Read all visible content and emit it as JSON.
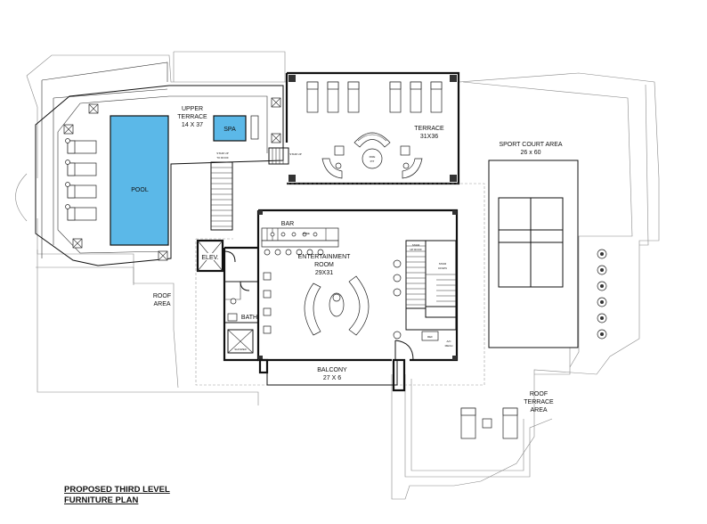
{
  "labels": {
    "upper_terrace": [
      "UPPER",
      "TERRACE",
      "14 X 37"
    ],
    "spa": "SPA",
    "pool": "POOL",
    "terrace": [
      "TERRACE",
      "31X36"
    ],
    "fire_pit": [
      "FIRE",
      "PIT"
    ],
    "stair_up_to_roof": [
      "STAIR UP",
      "TO ROOF"
    ],
    "stair_up": "STAIR UP",
    "sport_court": [
      "SPORT COURT AREA",
      "26 x 60"
    ],
    "bar": "BAR",
    "elev": "ELEV.",
    "entertainment": [
      "ENTERTAINMENT",
      "ROOM",
      "29X31"
    ],
    "stair_down": [
      "STAIR",
      "DOWN"
    ],
    "stair_top": [
      "STAIR",
      "UP ROOF"
    ],
    "roof_area": [
      "ROOF",
      "AREA"
    ],
    "bath": "BATH",
    "shower": "SHOWER",
    "ref": "REF",
    "mech": [
      "A/C",
      "MECH"
    ],
    "balcony": [
      "BALCONY",
      "27 X 6"
    ],
    "roof_terrace": [
      "ROOF",
      "TERRACE",
      "AREA"
    ],
    "wine": "WINE",
    "drawing_title": [
      "PROPOSED THIRD LEVEL",
      "FURNITURE PLAN"
    ]
  },
  "colors": {
    "water": "#5bb8e8",
    "line": "#111111",
    "background": "#ffffff"
  }
}
